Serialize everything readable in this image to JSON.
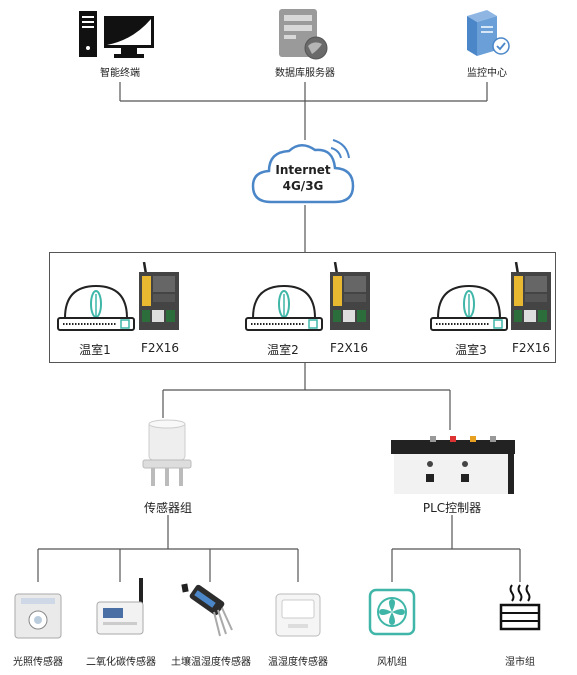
{
  "top_nodes": {
    "terminal": "智能终端",
    "database_server": "数据库服务器",
    "monitoring_center": "监控中心"
  },
  "cloud": {
    "line1": "Internet",
    "line2": "4G/3G"
  },
  "greenhouses": [
    {
      "name": "温室1",
      "device": "F2X16"
    },
    {
      "name": "温室2",
      "device": "F2X16"
    },
    {
      "name": "温室3",
      "device": "F2X16"
    }
  ],
  "groups": {
    "sensor_group": "传感器组",
    "plc": "PLC控制器"
  },
  "leaves": {
    "light_sensor": "光照传感器",
    "co2_sensor": "二氧化碳传感器",
    "soil_sensor": "土壤温湿度传感器",
    "temp_humidity_sensor": "温湿度传感器",
    "fan_group": "风机组",
    "humidifier_group": "湿市组"
  },
  "colors": {
    "line": "#555555",
    "icon_blue": "#4a86c8",
    "teal": "#3fb6a8",
    "dtu_yellow": "#e8b830",
    "dtu_dark": "#444444"
  }
}
